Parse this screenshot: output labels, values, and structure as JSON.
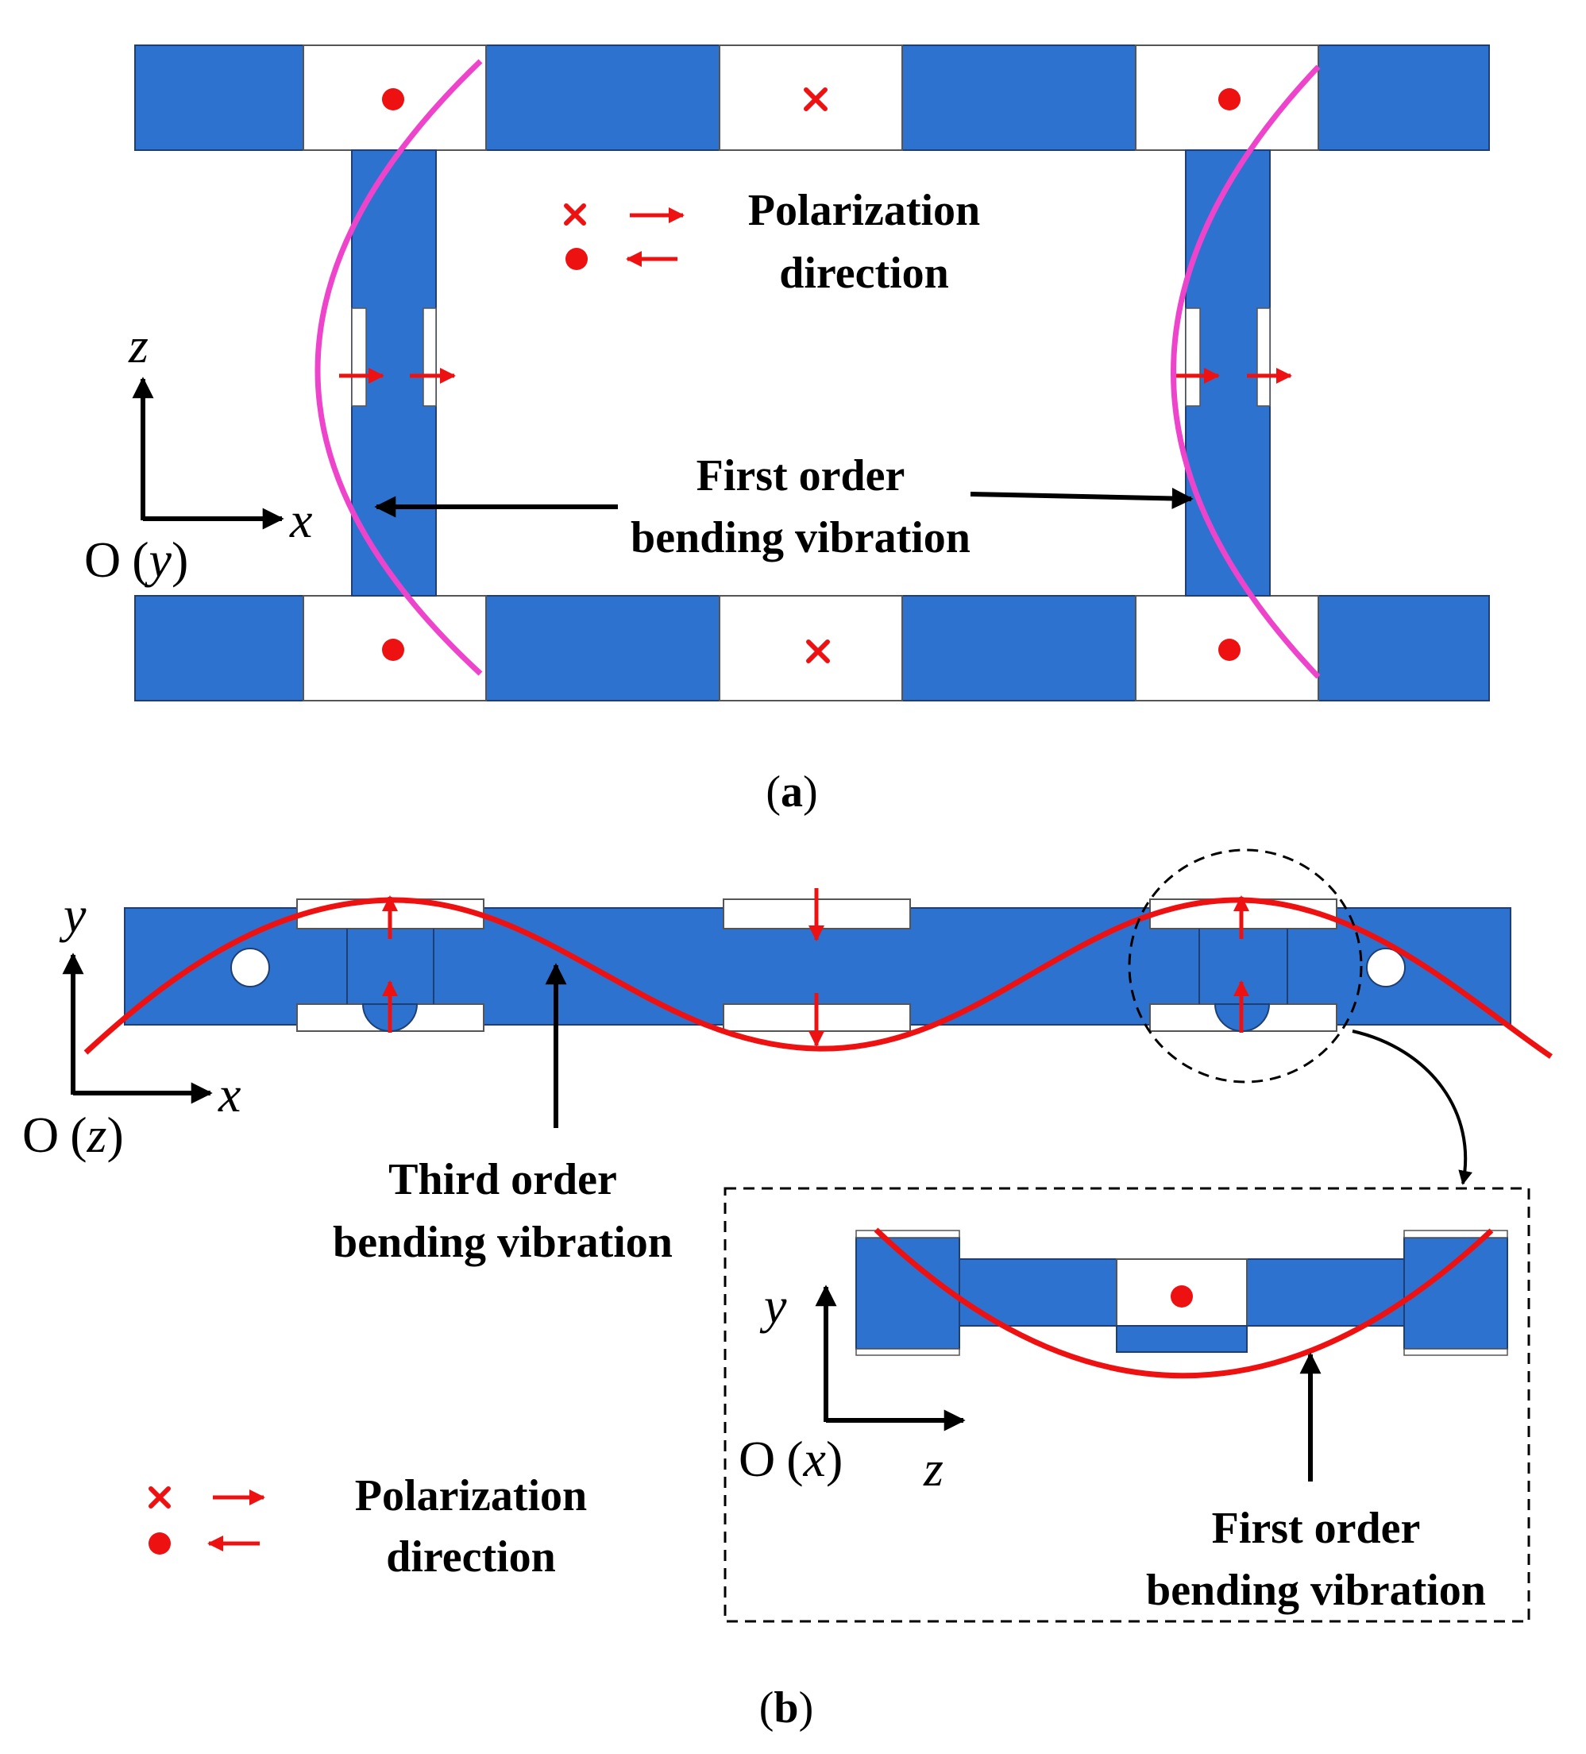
{
  "colors": {
    "structure": "#2d72cf",
    "outline": "#1f3f74",
    "piezo": "#ffffff",
    "mode_curve_a": "#ee44cc",
    "mode_curve_b": "#ee1111",
    "polarization": "#ee1111",
    "arrow": "#000000"
  },
  "legend": {
    "cross_symbol": "×",
    "dot_symbol": "●",
    "polarization_line1": "Polarization",
    "polarization_line2": "direction"
  },
  "panel_a": {
    "caption_open": "(",
    "caption_letter": "a",
    "caption_close": ")",
    "mode_label_line1": "First order",
    "mode_label_line2": "bending vibration",
    "axis_vertical": "z",
    "axis_horizontal": "x",
    "origin_letter": "O",
    "origin_paren_open": "(",
    "origin_axis": "y",
    "origin_paren_close": ")"
  },
  "panel_b": {
    "caption_open": "(",
    "caption_letter": "b",
    "caption_close": ")",
    "mode_label_line1": "Third order",
    "mode_label_line2": "bending vibration",
    "axis_vertical": "y",
    "axis_horizontal": "x",
    "origin_letter": "O",
    "origin_paren_open": "(",
    "origin_axis": "z",
    "origin_paren_close": ")"
  },
  "inset": {
    "mode_label_line1": "First order",
    "mode_label_line2": "bending vibration",
    "axis_vertical": "y",
    "axis_horizontal": "z",
    "origin_letter": "O",
    "origin_paren_open": "(",
    "origin_axis": "x",
    "origin_paren_close": ")"
  }
}
